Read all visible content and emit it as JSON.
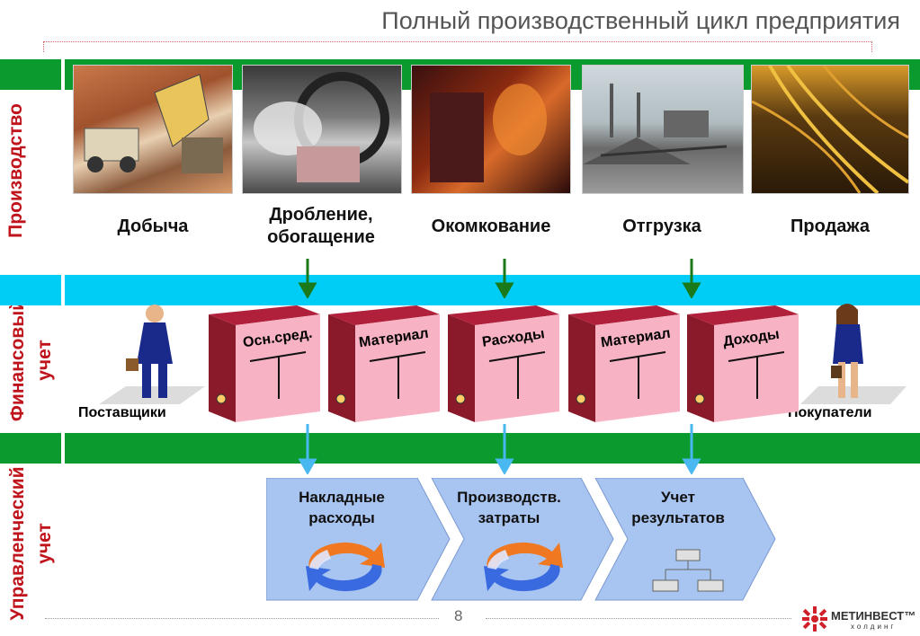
{
  "title": "Полный производственный цикл предприятия",
  "side_labels": {
    "production": "Производство",
    "financial_1": "Финансовый",
    "financial_2": "учет",
    "management_1": "Управленческий",
    "management_2": "учет"
  },
  "stages": [
    {
      "line1": "Добыча",
      "line2": ""
    },
    {
      "line1": "Дробление,",
      "line2": "обогащение"
    },
    {
      "line1": "Окомкование",
      "line2": ""
    },
    {
      "line1": "Отгрузка",
      "line2": ""
    },
    {
      "line1": "Продажа",
      "line2": ""
    }
  ],
  "accounts": [
    "Осн.сред.",
    "Материал",
    "Расходы",
    "Материал",
    "Доходы"
  ],
  "suppliers": "Поставщики",
  "customers": "Покупатели",
  "management_blocks": [
    {
      "line1": "Накладные",
      "line2": "расходы",
      "icon": "cycle-arrows-icon"
    },
    {
      "line1": "Производств.",
      "line2": "затраты",
      "icon": "cycle-arrows-icon"
    },
    {
      "line1": "Учет",
      "line2": "результатов",
      "icon": "org-chart-icon"
    }
  ],
  "page_number": "8",
  "logo": {
    "name": "МЕТИНВЕСТ™",
    "sub": "холдинг"
  },
  "colors": {
    "green": "#0a9a2e",
    "cyan": "#00cdf5",
    "red_label": "#c0141c",
    "binder": "#f7b3c4",
    "binder_spine": "#8a1a2a",
    "chevron": "#a8c4f0"
  }
}
